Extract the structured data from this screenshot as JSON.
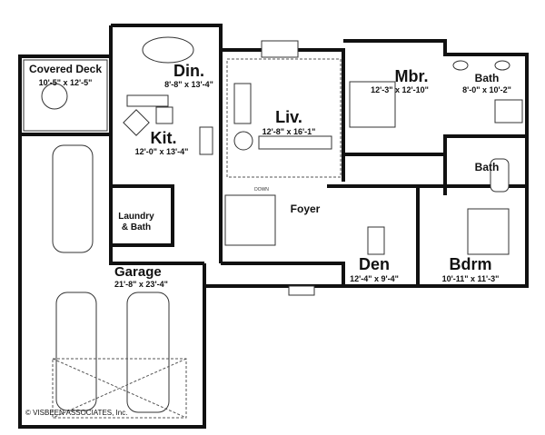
{
  "rooms": {
    "covered_deck": {
      "name": "Covered Deck",
      "size": "10'-5\" x 12'-5\""
    },
    "dining": {
      "name": "Din.",
      "size": "8'-8\" x 13'-4\""
    },
    "kitchen": {
      "name": "Kit.",
      "size": "12'-0\" x 13'-4\""
    },
    "living": {
      "name": "Liv.",
      "size": "12'-8\" x 16'-1\""
    },
    "master_bedroom": {
      "name": "Mbr.",
      "size": "12'-3\" x 12'-10\""
    },
    "master_bath": {
      "name": "Bath",
      "size": "8'-0\" x 10'-2\""
    },
    "bath": {
      "name": "Bath"
    },
    "laundry": {
      "name_line1": "Laundry",
      "name_line2": "& Bath"
    },
    "foyer": {
      "name": "Foyer"
    },
    "stair_label": "DOWN",
    "den": {
      "name": "Den",
      "size": "12'-4\" x 9'-4\""
    },
    "bedroom": {
      "name": "Bdrm",
      "size": "10'-11\" x 11'-3\""
    },
    "garage": {
      "name": "Garage",
      "size": "21'-8\" x 23'-4\""
    }
  },
  "copyright": "© VISBEEN ASSOCIATES, Inc."
}
